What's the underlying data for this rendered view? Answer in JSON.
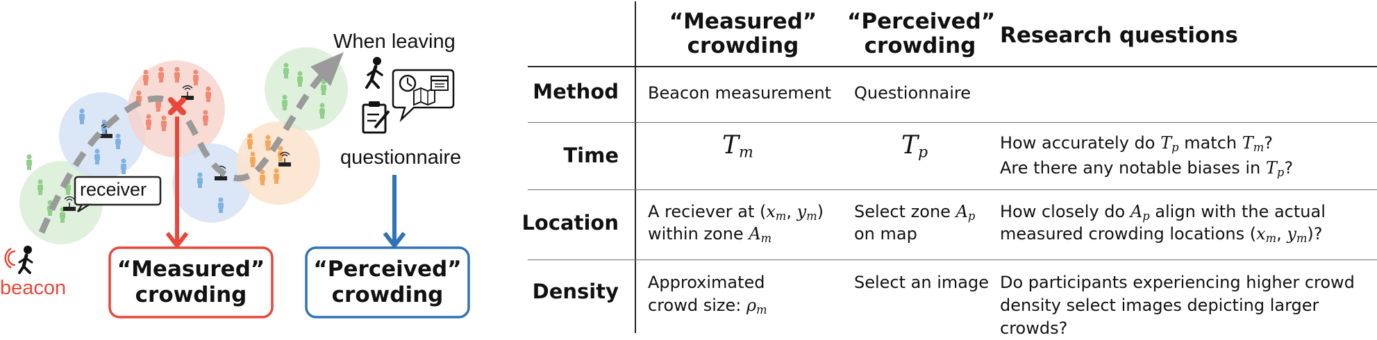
{
  "diagram": {
    "when_leaving": "When leaving",
    "questionnaire": "questionnaire",
    "receiver": "receiver",
    "beacon": "beacon",
    "measured_box": [
      "“Measured”",
      "crowding"
    ],
    "perceived_box": [
      "“Perceived”",
      "crowding"
    ],
    "colors": {
      "red": "#e8473a",
      "blue": "#2f73b6",
      "gray": "#9a9a9a"
    },
    "icons": [
      "walking-person-icon",
      "clipboard-icon",
      "clock-icon",
      "map-icon",
      "calendar-icon",
      "wifi-receiver-icon",
      "red-x-icon"
    ]
  },
  "table": {
    "col_headers": {
      "measured": [
        "“Measured”",
        "crowding"
      ],
      "perceived": [
        "“Perceived”",
        "crowding"
      ],
      "research": "Research questions"
    },
    "rows": {
      "method": {
        "label": "Method",
        "measured": "Beacon measurement",
        "perceived": "Questionnaire",
        "research": ""
      },
      "time": {
        "label": "Time",
        "measured_sym": "T",
        "measured_sub": "m",
        "perceived_sym": "T",
        "perceived_sub": "p",
        "q1_a": "How accurately do ",
        "q1_t1": "T",
        "q1_s1": "p",
        "q1_b": " match ",
        "q1_t2": "T",
        "q1_s2": "m",
        "q1_c": "?",
        "q2_a": "Are there any notable biases in ",
        "q2_t": "T",
        "q2_s": "p",
        "q2_b": "?"
      },
      "location": {
        "label": "Location",
        "m1_a": "A reciever at (",
        "m1_x": "x",
        "m1_xs": "m",
        "m1_b": ", ",
        "m1_y": "y",
        "m1_ys": "m",
        "m1_c": ")",
        "m2_a": "within zone ",
        "m2_A": "A",
        "m2_As": "m",
        "p1_a": "Select zone ",
        "p1_A": "A",
        "p1_As": "p",
        "p2": "on map",
        "r1_a": "How closely do ",
        "r1_A": "A",
        "r1_As": "p",
        "r1_b": " align with the actual",
        "r2_a": "measured crowding locations (",
        "r2_x": "x",
        "r2_xs": "m",
        "r2_b": ", ",
        "r2_y": "y",
        "r2_ys": "m",
        "r2_c": ")?"
      },
      "density": {
        "label": "Density",
        "m1": "Approximated",
        "m2_a": "crowd size: ",
        "m2_rho": "ρ",
        "m2_s": "m",
        "perceived": "Select an image",
        "r1": "Do participants experiencing higher crowd",
        "r2": "density select images depicting larger crowds?"
      }
    }
  }
}
